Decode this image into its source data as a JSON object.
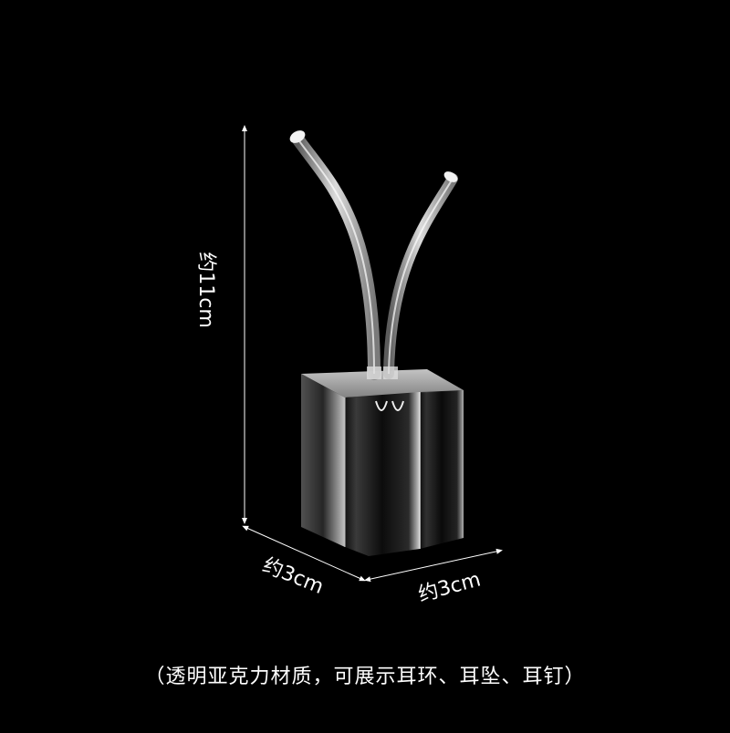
{
  "dimensions": {
    "height": "约11cm",
    "depth": "约3cm",
    "width": "约3cm"
  },
  "caption": "（透明亚克力材质，可展示耳环、耳坠、耳钉）",
  "colors": {
    "background": "#000000",
    "text": "#ffffff"
  }
}
